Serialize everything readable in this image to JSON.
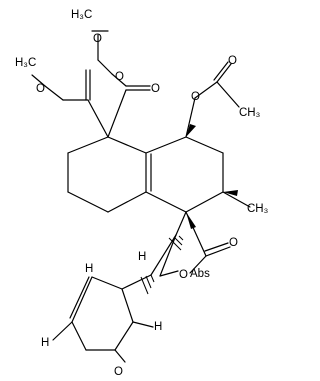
{
  "structure": {
    "labels": {
      "h3c_top": "H₃C",
      "h3c_left": "H₃C",
      "o_top_ester": "O",
      "o_mid_ester": "O",
      "o_left_ester": "O",
      "o_carbonyl_ester": "O",
      "o_acetate": "O",
      "o_acetate_carbonyl": "O",
      "ch3_acetate": "CH₃",
      "ch3_ring": "CH₃",
      "o_lactone_carbonyl": "O",
      "o_lactone": "O",
      "abs": "Abs",
      "h_furan_1": "H",
      "h_furan_2": "H",
      "h_furan_3": "H",
      "o_furan": "O",
      "h_left": "H"
    },
    "colors": {
      "ink": "#000000",
      "background": "#ffffff"
    }
  }
}
